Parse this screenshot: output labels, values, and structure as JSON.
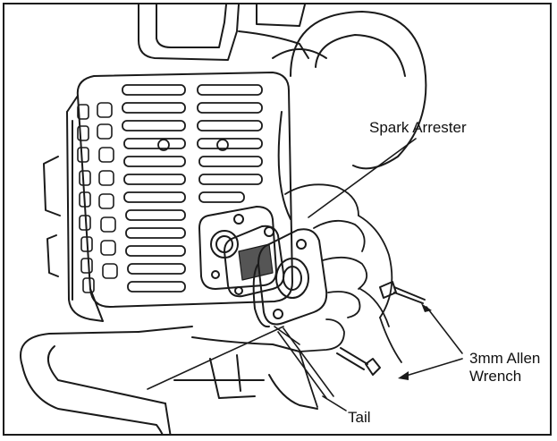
{
  "labels": {
    "spark_arrester": "Spark Arrester",
    "wrench_line1": "3mm Allen",
    "wrench_line2": "Wrench",
    "tail": "Tail"
  },
  "colors": {
    "ink": "#1a1a1a",
    "paper": "#ffffff",
    "screen": "#555555"
  }
}
